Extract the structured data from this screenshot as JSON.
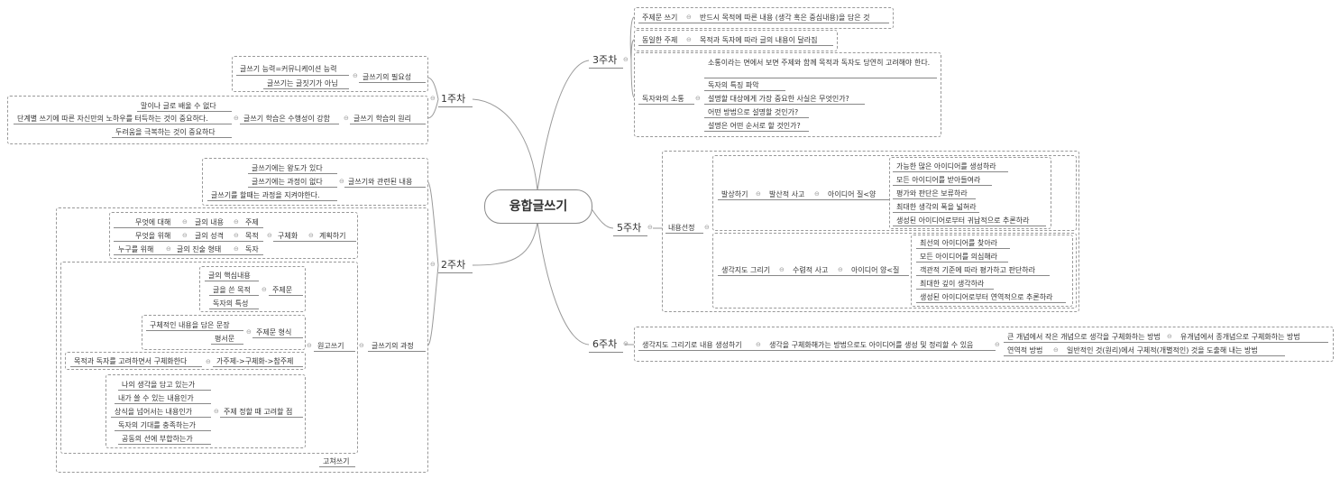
{
  "root": "융합글쓰기",
  "weeks": {
    "w1": "1주차",
    "w2": "2주차",
    "w3": "3주차",
    "w5": "5주차",
    "w6": "6주차"
  },
  "week1": {
    "necessity": "글쓰기의 필요성",
    "necessity_items": [
      "글쓰기 능력=커뮤니케이션 능력",
      "글쓰기는 글짓기가 아님"
    ],
    "principle": "글쓰기 학습의 원리",
    "principle_sub": "글쓰기 학습은 수행성이 강함",
    "principle_items": [
      "말이나 글로 배울 수 없다",
      "단계별 쓰기에 따른 자신만의 노하우를 터득하는 것이 중요하다.",
      "두려움을 극복하는 것이 중요하다"
    ]
  },
  "week2": {
    "related": "글쓰기와 관련된 내용",
    "related_items": [
      "글쓰기에는 왕도가 있다",
      "글쓰기에는 과정이 없다",
      "글쓰기를 할때는 과정을 지켜야한다."
    ],
    "process": "글쓰기의 과정",
    "planning": "계획하기",
    "concretize": "구체화",
    "plan_rows": [
      {
        "q": "무엇에 대해",
        "a": "글의 내용",
        "b": "주제"
      },
      {
        "q": "무엇을 위해",
        "a": "글의 성격",
        "b": "목적"
      },
      {
        "q": "누구를 위해",
        "a": "글의 진술 형태",
        "b": "독자"
      }
    ],
    "drafting": "원고쓰기",
    "thesis": "주제문",
    "thesis_items": [
      "글의 핵심내용",
      "글을 쓴 목적",
      "독자의 특성"
    ],
    "thesis_form": "주제문 형식",
    "thesis_form_items": [
      "구체적인 내용을 담은 문장",
      "평서문"
    ],
    "flow": "가주제->구체화->참주제",
    "flow_item": "목적과 독자를 고려하면서 구체화한다",
    "consider": "주제 정할 때 고려할 점",
    "consider_items": [
      "나의 생각을 담고 있는가",
      "내가 쓸 수 있는 내용인가",
      "상식을 넘어서는 내용인가",
      "독자의 기대를 충족하는가",
      "공동의 선에 부합하는가"
    ],
    "revise": "고쳐쓰기"
  },
  "week3": {
    "items": [
      {
        "label": "주제문 쓰기",
        "detail": "반드시 목적에 따른 내용 (생각 혹은 중심내용)을 담은 것"
      },
      {
        "label": "동일한 주제",
        "detail": "목적과 독자에 따라 글의 내용이 달라짐"
      }
    ],
    "comm": "독자와의 소통",
    "comm_note": "소통이라는 면에서 보면 주제와 함께 목적과 독자도 당연히 고려해야 한다.",
    "comm_items": [
      "독자의 특징 파악",
      "설명할 대상에게 가장 중요한 사실은 무엇인가?",
      "어떤 방법으로 설명할 것인가?",
      "설명은 어떤 순서로 할 것인가?"
    ]
  },
  "week5": {
    "topic": "내용선정",
    "ideation": {
      "label": "발상하기",
      "thinking": "발산적 사고",
      "mode": "아이디어 질<양",
      "items": [
        "가능한 많은 아이디어를 생성하라",
        "모든 아이디어를 받아들여라",
        "평가와 판단은 보류하라",
        "최대한 생각의 폭을 넓혀라",
        "생성된 아이디어로부터 귀납적으로 추론하라"
      ]
    },
    "mapping": {
      "label": "생각지도 그리기",
      "thinking": "수렴적 사고",
      "mode": "아이디어 양<질",
      "items": [
        "최선의 아이디어를 찾아라",
        "모든 아이디어를 의심해라",
        "객관적 기준에 따라 평가하고 판단하라",
        "최대한 깊이 생각하라",
        "생성된 아이디어로부터 연역적으로 추론하라"
      ]
    }
  },
  "week6": {
    "label": "생각지도 그리기로 내용 생성하기",
    "desc": "생각을 구체화해가는 방법으로도 아이디어를 생성 및 정리할 수 있음",
    "rows": [
      {
        "a": "큰 개념에서 작은 개념으로 생각을 구체화하는 방법",
        "b": "유개념에서 종개념으로 구체화하는 방법"
      },
      {
        "a": "연역적 방법",
        "b": "일반적인 것(원리)에서 구체적(개별적인) 것을 도출해 내는 방법"
      }
    ]
  }
}
